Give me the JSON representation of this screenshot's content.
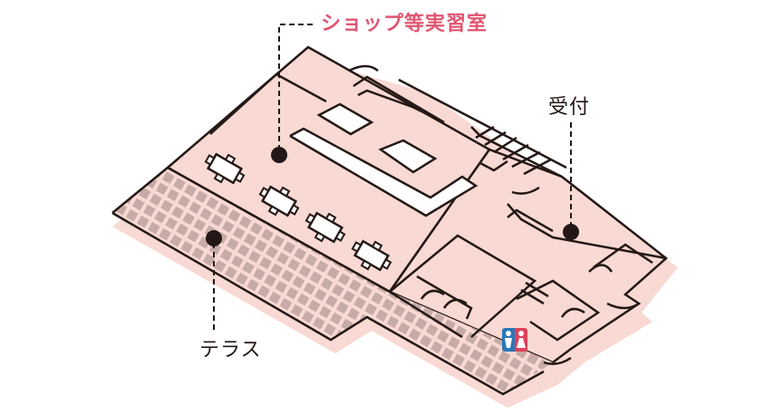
{
  "labels": {
    "shop_room": "ショップ等実習室",
    "reception": "受付",
    "terrace": "テラス"
  },
  "icons": {
    "restroom": "restroom-male-female-icon"
  },
  "colors": {
    "title": "#e05570",
    "floor": "#f9d9d3",
    "terrace_tile": "#c6aba6",
    "line": "#231815",
    "restroom_male": "#2a78b8",
    "restroom_female": "#e0405a"
  }
}
